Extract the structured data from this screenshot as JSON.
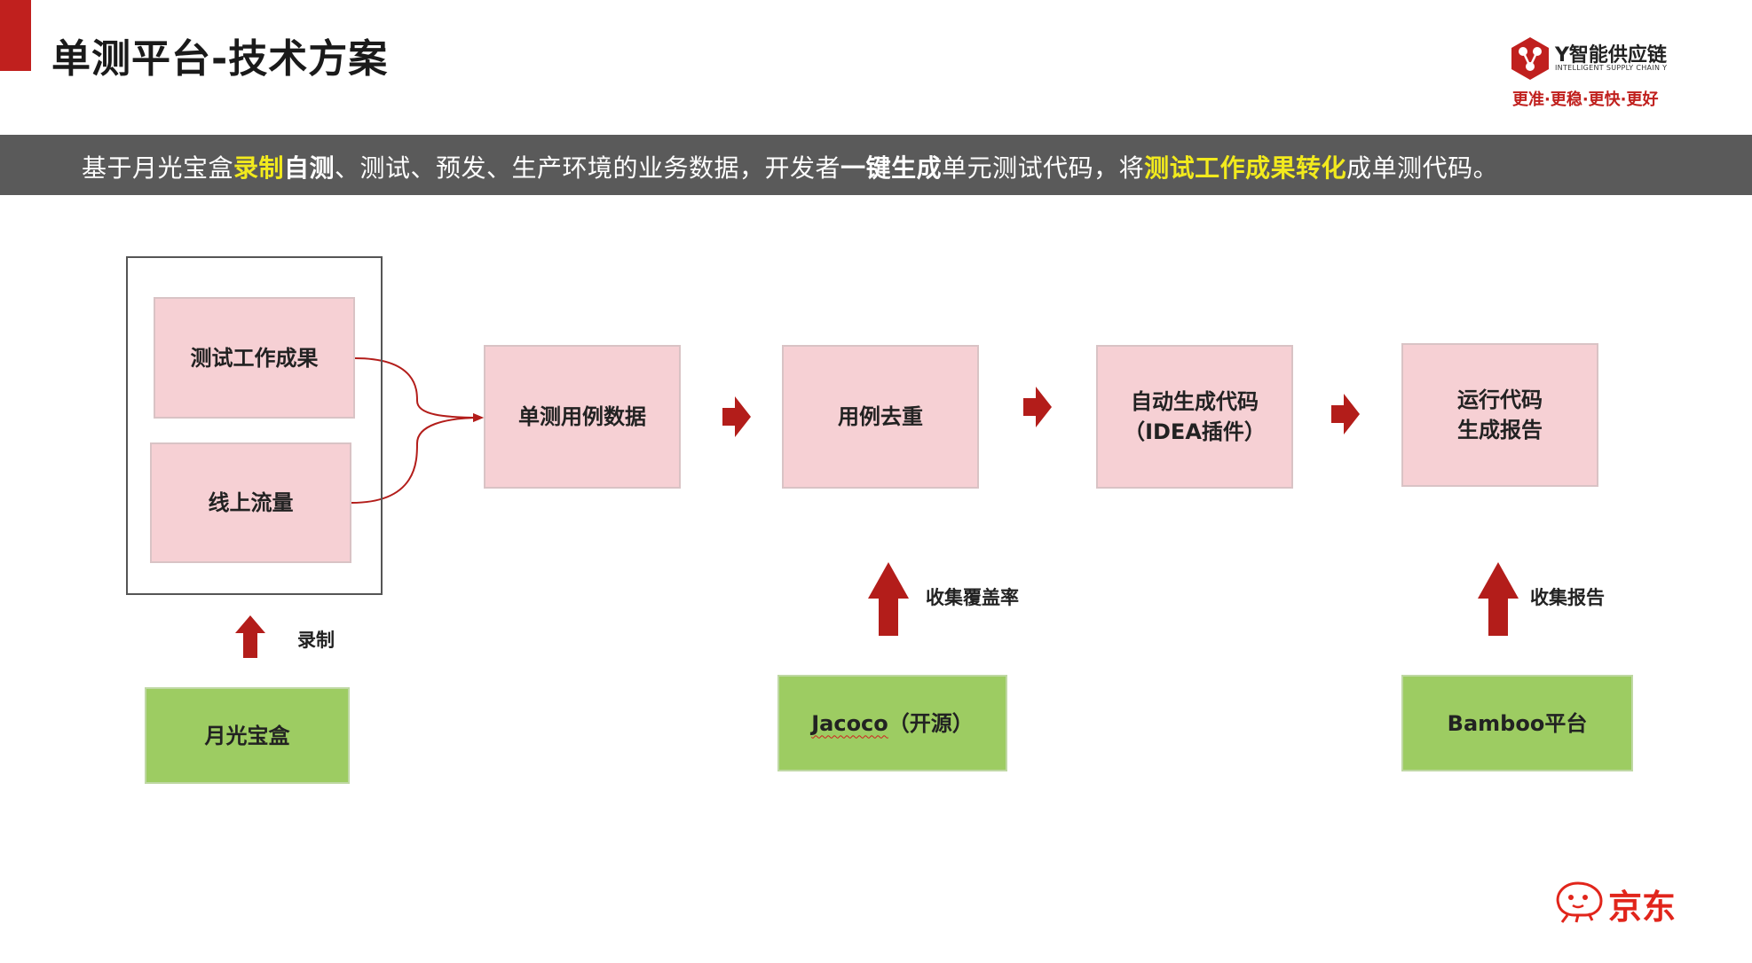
{
  "slide": {
    "title": "单测平台-技术方案"
  },
  "brand": {
    "name": "Y智能供应链",
    "subtitle": "INTELLIGENT SUPPLY CHAIN Y",
    "slogan": "更准·更稳·更快·更好"
  },
  "banner": {
    "seg1": "基于月光宝盒",
    "seg2": "录制",
    "seg3": "自测",
    "seg4": "、测试、预发、生产环境的业务数据，开发者",
    "seg5": "一键生成",
    "seg6": "单元测试代码，将",
    "seg7": "测试工作成果转化",
    "seg8": "成单测代码。"
  },
  "diagram": {
    "source_boxes": {
      "test_results": "测试工作成果",
      "online_traffic": "线上流量"
    },
    "pipeline": {
      "case_data": "单测用例数据",
      "dedup": "用例去重",
      "gen_line1": "自动生成代码",
      "gen_line2": "（IDEA插件）",
      "run_line1": "运行代码",
      "run_line2": "生成报告"
    },
    "inputs": {
      "moonlight": "月光宝盒",
      "jacoco_name": "Jacoco",
      "jacoco_suffix": "（开源）",
      "bamboo": "Bamboo平台"
    },
    "arrow_labels": {
      "record": "录制",
      "coverage": "收集覆盖率",
      "report": "收集报告"
    }
  },
  "footer": {
    "logo_text": "京东"
  },
  "colors": {
    "accent_red": "#c0201e",
    "arrow_red": "#b31d1a",
    "pink_box": "#f6d0d4",
    "green_box": "#9dcc62",
    "banner_bg": "#5a5a5a",
    "highlight_yellow": "#f2ea1d"
  }
}
